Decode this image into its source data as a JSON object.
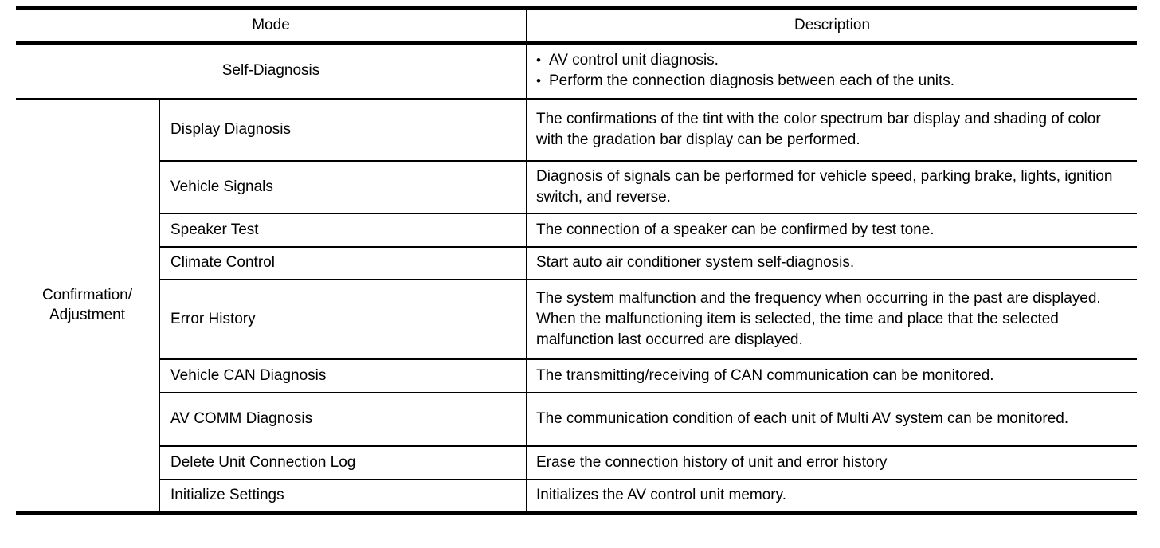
{
  "page": {
    "background": "#ffffff",
    "text_color": "#000000",
    "border_color": "#000000"
  },
  "table": {
    "bullet_char": "•",
    "columns": {
      "mode": "Mode",
      "description": "Description"
    },
    "self_diagnosis_row": {
      "mode": "Self-Diagnosis",
      "bullets": [
        "AV control unit diagnosis.",
        "Perform the connection diagnosis between each of the units."
      ]
    },
    "confirmation_group": {
      "label_line1": "Confirmation/",
      "label_line2": "Adjustment",
      "rows": [
        {
          "mode": "Display Diagnosis",
          "description": "The confirmations of the tint with the color spectrum bar display and shading of color with the gradation bar display can be performed."
        },
        {
          "mode": "Vehicle Signals",
          "description": "Diagnosis of signals can be performed for vehicle speed, parking brake, lights, ignition switch, and reverse."
        },
        {
          "mode": "Speaker Test",
          "description": "The connection of a speaker can be confirmed by test tone."
        },
        {
          "mode": "Climate Control",
          "description": "Start auto air conditioner system self-diagnosis."
        },
        {
          "mode": "Error History",
          "description": "The system malfunction and the frequency when occurring in the past are displayed. When the malfunctioning item is selected, the time and place that the selected malfunction last occurred are displayed."
        },
        {
          "mode": "Vehicle CAN Diagnosis",
          "description": "The transmitting/receiving of CAN communication can be monitored."
        },
        {
          "mode": "AV COMM Diagnosis",
          "description": "The communication condition of each unit of Multi AV system can be monitored."
        },
        {
          "mode": "Delete Unit Connection Log",
          "description": "Erase the connection history of unit and error history"
        },
        {
          "mode": "Initialize Settings",
          "description": "Initializes the AV control unit memory."
        }
      ]
    }
  }
}
